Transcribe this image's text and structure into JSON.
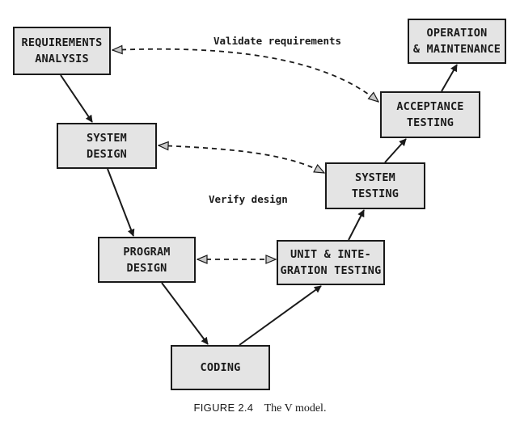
{
  "boxes": {
    "requirements_analysis": [
      "REQUIREMENTS",
      "ANALYSIS"
    ],
    "system_design": [
      "SYSTEM",
      "DESIGN"
    ],
    "program_design": [
      "PROGRAM",
      "DESIGN"
    ],
    "coding": [
      "CODING"
    ],
    "unit_integration_testing": [
      "UNIT & INTE-",
      "GRATION TESTING"
    ],
    "system_testing": [
      "SYSTEM",
      "TESTING"
    ],
    "acceptance_testing": [
      "ACCEPTANCE",
      "TESTING"
    ],
    "operation_maintenance": [
      "OPERATION",
      "& MAINTENANCE"
    ]
  },
  "edge_labels": {
    "validate": "Validate requirements",
    "verify": "Verify design"
  },
  "caption": {
    "figure_number": "FIGURE 2.4",
    "title": "The V model."
  },
  "colors": {
    "box_fill": "#e4e4e4",
    "stroke": "#1a1a1a",
    "dashed_arrowhead_fill": "#c8c8c8"
  }
}
